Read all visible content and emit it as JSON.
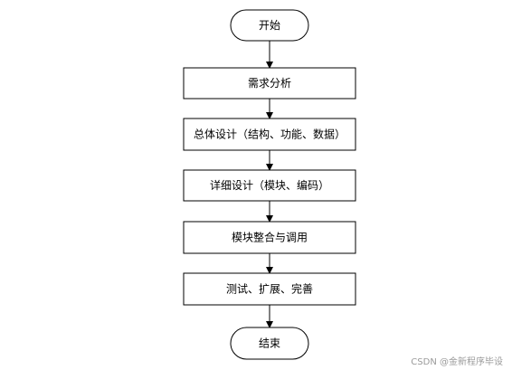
{
  "flowchart": {
    "start": "开始",
    "steps": [
      "需求分析",
      "总体设计（结构、功能、数据）",
      "详细设计（模块、编码）",
      "模块整合与调用",
      "测试、扩展、完善"
    ],
    "end": "结束"
  },
  "watermark": "CSDN @金新程序毕设"
}
